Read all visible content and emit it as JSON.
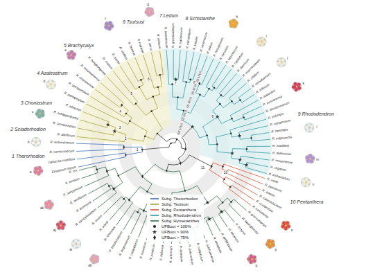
{
  "diagram": {
    "labels": [
      "1 Therorhodion",
      "2 Sciadorhodion",
      "3 Choniastrum",
      "4 Azaleastrum",
      "5 Brachycalyx",
      "6 Tsutsusi",
      "7 Ledum",
      "8 Schistanthe",
      "9 Rhododendron",
      "10 Pentanthera",
      "Empetrum nigrum",
      "Diplarche multiflora",
      "R. camtschaticum",
      "R. redowskianum",
      "R. albiflorum",
      "R. semibarbatum",
      "R. schlippenbachii",
      "R. albrechtii",
      "R. pentaphyllum",
      "R. quinquefolium",
      "R. championiae",
      "R. moulmainense",
      "R. hongkongense",
      "R. ovatum",
      "R. bachii",
      "R. tashiroi",
      "R. farrerae",
      "R. mariesii",
      "R. simsii",
      "R. indicum",
      "R. tomentosum",
      "R. groenlandicum",
      "R. hypoleucum",
      "R. micranthum",
      "R. keiskei",
      "R. racemosum",
      "R. minus",
      "R. ferrugineum",
      "R. hirsutum",
      "R. lapponicum",
      "R. capitatum",
      "R. dauricum",
      "R. mucronulatum",
      "R. ciliatum",
      "R. cinnabarinum",
      "R. triflorum",
      "R. augustinii",
      "R. yunnanense",
      "R. davidsonianum",
      "R. polylepis",
      "R. rubiginosum",
      "R. heliolepis",
      "R. edgeworthii",
      "R. maddenii",
      "R. dalhousiae",
      "R. moupinense",
      "R. virgatum",
      "R. trichocladum",
      "R. molle",
      "R. japonicum",
      "R. luteum",
      "R. calendulaceum",
      "R. occidentale",
      "R. canadense",
      "R. griersonianum",
      "R. kwangfuense",
      "R. fortunei",
      "R. decorum",
      "R. griffithianum",
      "R. oreodoxa",
      "R. sutchuenense",
      "R. calophytum",
      "R. praevernum",
      "R. irroratum",
      "R. arboreum",
      "R. delavayi",
      "R. ponticum",
      "R. maximum",
      "R. catawbiense",
      "R. degronianum",
      "R. brachycarpum",
      "R. smirnowii",
      "R. wardii",
      "R. souliei",
      "R. campylocarpum",
      "R. thomsonii",
      "R. neriiflorum",
      "R. sanguineum",
      "R. lacteum",
      "R. rex",
      "a",
      "b",
      "c",
      "d",
      "e",
      "f",
      "g",
      "h",
      "i",
      "j",
      "k",
      "l",
      "m",
      "n",
      "o",
      "p",
      "q",
      "ah",
      "ai",
      "aj",
      "ak",
      "1",
      "2",
      "3",
      "4",
      "5",
      "6",
      "7",
      "8",
      "9",
      "10",
      "11",
      "60 MYA",
      "50 MYA",
      "40 MYA",
      "30 MYA",
      "20 MYA"
    ],
    "legend": [
      {
        "text": "Subg. Therorhodion",
        "color": "#3b6fb6"
      },
      {
        "text": "Subg. Tsutsusi",
        "color": "#a8a23a"
      },
      {
        "text": "Subg. Pentanthera",
        "color": "#d9532c"
      },
      {
        "text": "Subg. Rhododendron",
        "color": "#2f9aa3"
      },
      {
        "text": "Subg. Hymenanthes",
        "color": "#2f6f46"
      },
      {
        "text": "UFBoot = 100%"
      },
      {
        "text": "UFBoot > 90%"
      },
      {
        "text": "UFBoot > 75%"
      }
    ]
  }
}
